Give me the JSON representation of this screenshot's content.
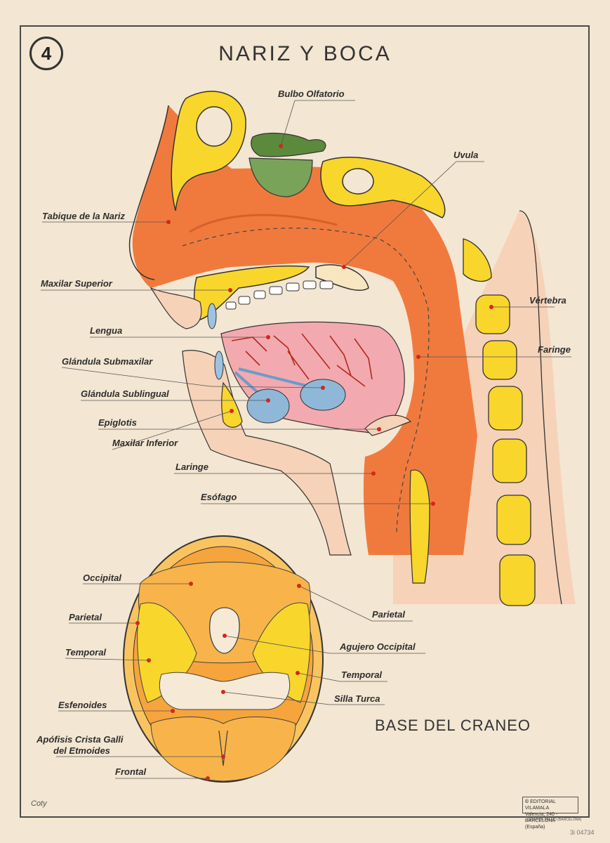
{
  "plate": {
    "number": "4",
    "title": "NARIZ Y BOCA",
    "subtitle": "BASE DEL CRANEO"
  },
  "head_labels": [
    "Bulbo Olfatorio",
    "Uvula",
    "Tabique de la Nariz",
    "Maxilar Superior",
    "Vértebra",
    "Lengua",
    "Faringe",
    "Glándula Submaxilar",
    "Glándula Sublingual",
    "Epiglotis",
    "Maxilar Inferior",
    "Laringe",
    "Esófago"
  ],
  "skull_labels": [
    "Occipital",
    "Parietal",
    "Parietal",
    "Agujero Occipital",
    "Temporal",
    "Temporal",
    "Silla Turca",
    "Esfenoides",
    "Apófisis Crista Galli",
    "del Etmoides",
    "Frontal"
  ],
  "footer": {
    "signature": "Coty",
    "publisher_symbol": "©",
    "publisher": "EDITORIAL VILAMALA",
    "publisher_address": "Valencia, 240 - BARCELONA (España)",
    "printer": "GRAFICA SALMO (BARCELONA)",
    "archive_code": "3i 04734"
  },
  "colors": {
    "background": "#f3e6d2",
    "tissue": "#f07a3d",
    "bone": "#f8d62c",
    "gland": "#8fb8d8",
    "olfactory": "#6f9a4f",
    "tongue": "#f3a9b0"
  }
}
